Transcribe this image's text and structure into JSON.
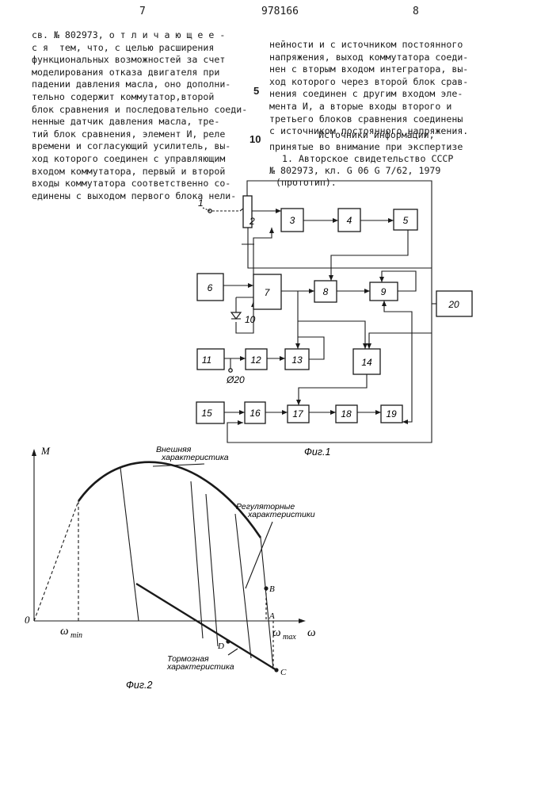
{
  "header": {
    "page_left": "7",
    "patent_number": "978166",
    "page_right": "8"
  },
  "left_column": [
    "св. № 802973, о т л и ч а ю щ е е -",
    "с я  тем, что, с целью расширения",
    "функциональных возможностей за счет",
    "моделирования отказа двигателя при",
    "падении давления масла, оно дополни-",
    "тельно содержит коммутатор,второй",
    "блок сравнения и последовательно соеди-",
    "ненные датчик давления масла, тре-",
    "тий блок сравнения, элемент И, реле",
    "времени и согласующий усилитель, вы-",
    "ход которого соединен с управляющим",
    "входом коммутатора, первый и второй",
    "входы коммутатора соответственно со-",
    "единены с выходом первого блока нели-"
  ],
  "right_column": [
    "нейности и с источником постоянного",
    "напряжения, выход коммутатора соеди-",
    "нен с вторым входом интегратора, вы-",
    "ход которого через второй блок срав-",
    "нения соединен с другим входом эле-",
    "мента И, а вторые входы второго и",
    "третьего блоков сравнения соединены",
    "с источником постоянного напряжения."
  ],
  "sources": {
    "heading_line1": "Источники информации,",
    "heading_line2": "принятые во внимание при экспертизе",
    "ref_line1": "1. Авторское свидетельство СССР",
    "ref_line2": "№ 802973, кл. G 06 G 7/62, 1979",
    "ref_line3": "(прототип)."
  },
  "margin_numbers": {
    "five": "5",
    "ten": "10"
  },
  "fig1": {
    "caption": "Фиг.1",
    "blocks": [
      "3",
      "4",
      "5",
      "6",
      "7",
      "8",
      "9",
      "11",
      "12",
      "13",
      "14",
      "15",
      "16",
      "17",
      "18",
      "19",
      "20"
    ],
    "terminal_label": "1",
    "pot_label": "2",
    "diode_label": "10",
    "node_label": "Ø20"
  },
  "fig2": {
    "caption": "Фиг.2",
    "y_axis": "M",
    "x_axis": "ω",
    "origin": "0",
    "omega_min_sym": "ω",
    "omega_min_sub": "min",
    "omega_max_sym": "ω",
    "omega_max_sub": "max",
    "point_a": "A",
    "point_b": "B",
    "point_c": "C",
    "point_d": "D",
    "external_line1": "Внешняя",
    "external_line2": "характеристика",
    "regulator_line1": "Регуляторные",
    "regulator_line2": "характеристики",
    "brake_line1": "Тормозная",
    "brake_line2": "характеристика"
  }
}
